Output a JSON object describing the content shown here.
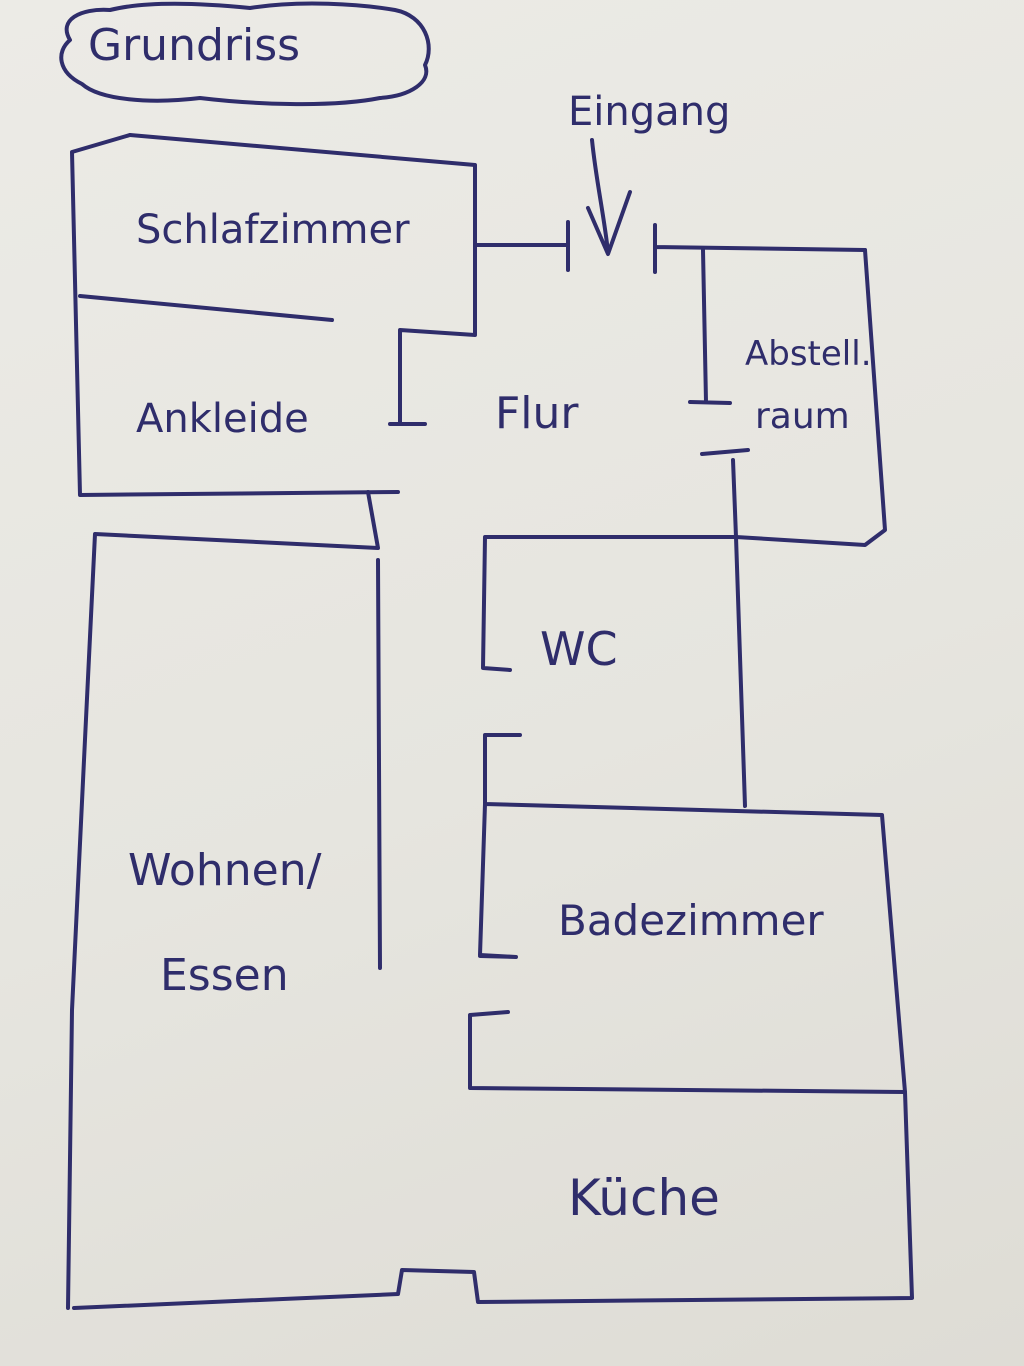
{
  "title": "Grundriss",
  "entrance_label": "Eingang",
  "ink_color": "#2f2d6b",
  "paper_color": "#e7e6e0",
  "rooms": {
    "schlafzimmer": "Schlafzimmer",
    "ankleide": "Ankleide",
    "flur": "Flur",
    "abstellraum_line1": "Abstell.",
    "abstellraum_line2": "raum",
    "wc": "WC",
    "wohnen_line1": "Wohnen/",
    "wohnen_line2": "Essen",
    "badezimmer": "Badezimmer",
    "kueche": "Küche"
  }
}
